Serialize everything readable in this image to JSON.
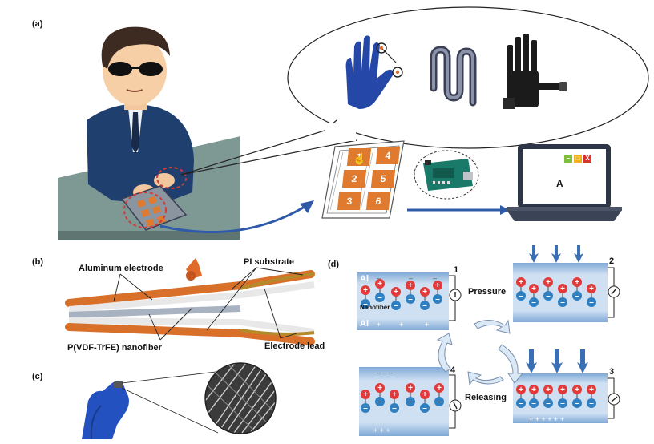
{
  "panels": {
    "a": "(a)",
    "b": "(b)",
    "c": "(c)",
    "d": "(d)"
  },
  "keypad": {
    "keys": [
      "1",
      "2",
      "3",
      "4",
      "5",
      "6"
    ]
  },
  "laptop": {
    "display_letter": "A",
    "window_buttons": [
      "–",
      "□",
      "X"
    ]
  },
  "device_labels": {
    "aluminum_electrode": "Aluminum electrode",
    "pi_substrate": "PI substrate",
    "nanofiber": "P(VDF-TrFE) nanofiber",
    "electrode_lead": "Electrode lead"
  },
  "mechanism": {
    "al_top": "Al",
    "al_bottom": "Al",
    "nanofiber_label": "Nanofiber",
    "step_numbers": [
      "1",
      "2",
      "3",
      "4"
    ],
    "pressure_label": "Pressure",
    "releasing_label": "Releasing"
  },
  "colors": {
    "suit": "#1f3f6e",
    "keypad_orange": "#e07a2e",
    "electrode_orange": "#d9702a",
    "positive_red": "#e23a3a",
    "negative_blue": "#2f7fc1",
    "press_arrow": "#3a6fb5",
    "flow_arrow": "#2e5aa8"
  }
}
